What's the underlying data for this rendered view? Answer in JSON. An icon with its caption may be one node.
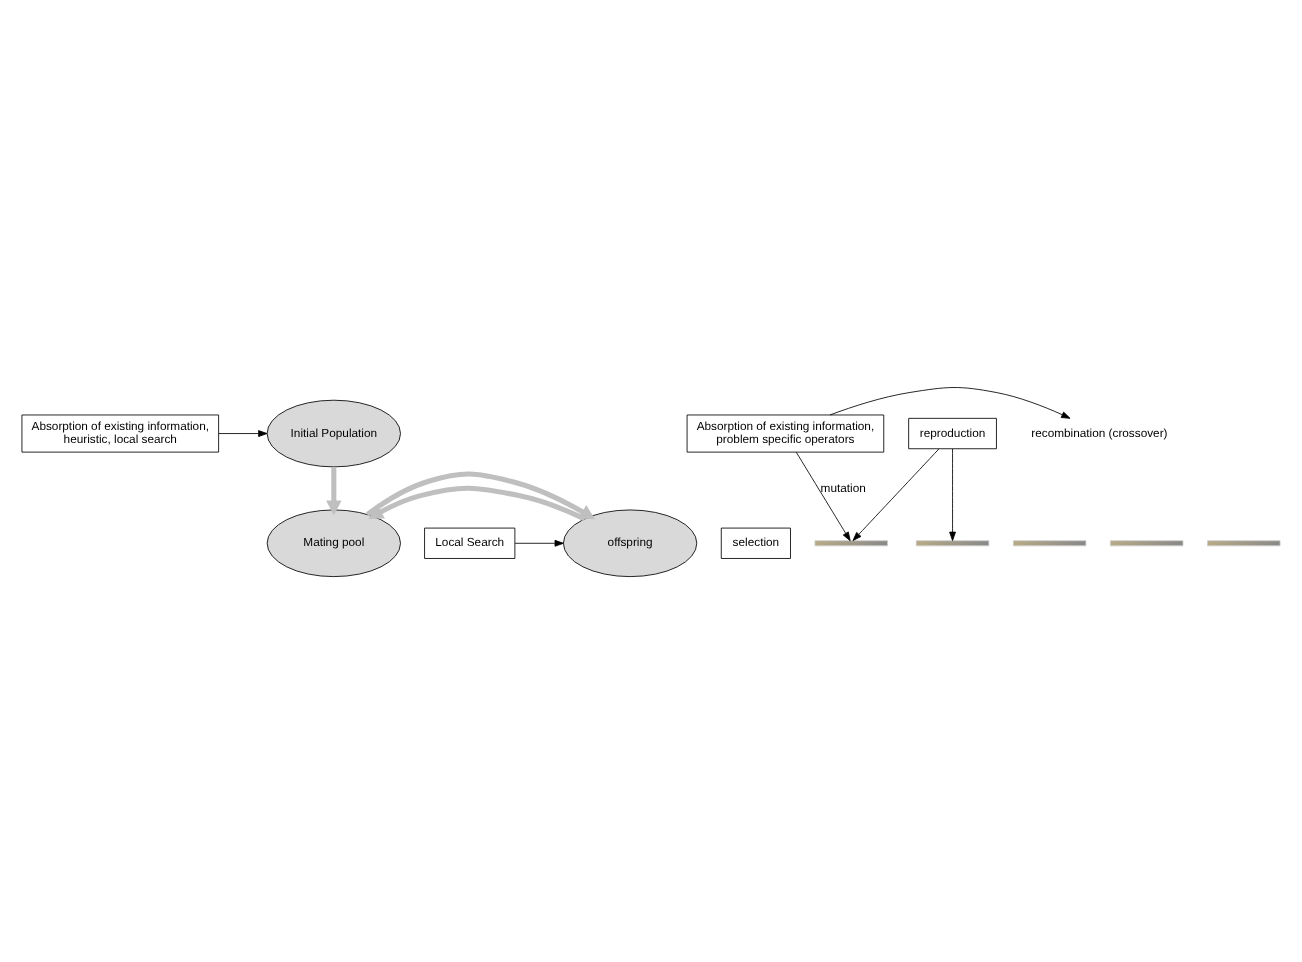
{
  "diagram": {
    "nodes": [
      {
        "text": [
          "Initial Population"
        ]
      },
      {
        "text": [
          "Absorption of existing information, heuristic, local search"
        ]
      },
      {
        "text": [
          "Mating pool"
        ]
      },
      {
        "text": [
          "selection"
        ]
      },
      {
        "text": [
          "Local Search"
        ]
      },
      {
        "text": [
          "offspring"
        ]
      },
      {
        "text": [
          "reproduction"
        ]
      },
      {
        "text": [],
        "shape": "bar"
      },
      {
        "text": [],
        "shape": "bar"
      },
      {
        "text": [],
        "shape": "bar"
      },
      {
        "text": [],
        "shape": "bar"
      },
      {
        "text": [],
        "shape": "bar"
      },
      {
        "text": [
          "Absorption of existing information, problem specific operators"
        ]
      },
      {
        "text": [
          "recombination (crossover)"
        ]
      }
    ],
    "edges": [
      {
        "from": 1,
        "to": 0,
        "arrow": "to"
      },
      {
        "from": 0,
        "to": 2,
        "arrow": "to",
        "style": "thick",
        "color": "#bfbfbf"
      },
      {
        "from": 5,
        "to": 2,
        "arrow": "to",
        "style": "thick",
        "color": "#bfbfbf"
      },
      {
        "from": 2,
        "to": 5,
        "arrow": "to",
        "style": "thick",
        "color": "#bfbfbf"
      },
      {
        "from": 4,
        "to": 5,
        "arrow": "to"
      },
      {
        "from": 6,
        "to": 8,
        "arrow": "to"
      },
      {
        "from": 6,
        "to": 7,
        "arrow": "to"
      },
      {
        "from": 12,
        "to": 7,
        "arrow": "to",
        "label": "mutation"
      },
      {
        "from": 12,
        "to": 13,
        "arrow": "to"
      }
    ]
  }
}
